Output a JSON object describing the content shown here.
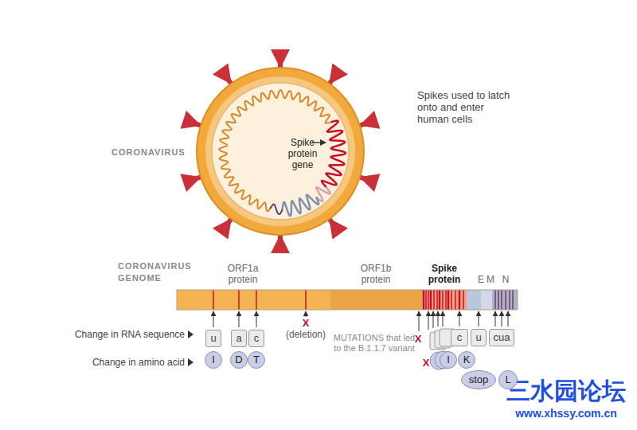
{
  "diagram": {
    "nodes": [
      {
        "text": [
          "u"
        ]
      },
      {
        "text": [
          "I"
        ]
      },
      {
        "text": [
          "a"
        ]
      },
      {
        "text": [
          "D"
        ]
      },
      {
        "text": [
          "c"
        ]
      },
      {
        "text": [
          "T"
        ]
      },
      {
        "text": [
          "c"
        ]
      },
      {
        "text": [
          "I"
        ]
      },
      {
        "text": [
          "K"
        ]
      },
      {
        "text": [
          "u"
        ]
      },
      {
        "text": [
          "stop"
        ]
      },
      {
        "text": [
          "cua"
        ]
      },
      {
        "text": [
          "L"
        ]
      }
    ],
    "labels": [
      "CORONAVIRUS",
      "Spike protein gene",
      "Spikes used to latch onto and enter human cells",
      "CORONAVIRUS GENOME",
      "ORF1a protein",
      "ORF1b protein",
      "Spike protein",
      "E",
      "M",
      "N",
      "Change in RNA sequence",
      "Change in amino acid",
      "X",
      "(deletion)",
      "MUTATIONS that led to the B.1.1.7 variant",
      "X",
      "X",
      "三水园论坛",
      "www.xhssy.com.cn"
    ]
  }
}
